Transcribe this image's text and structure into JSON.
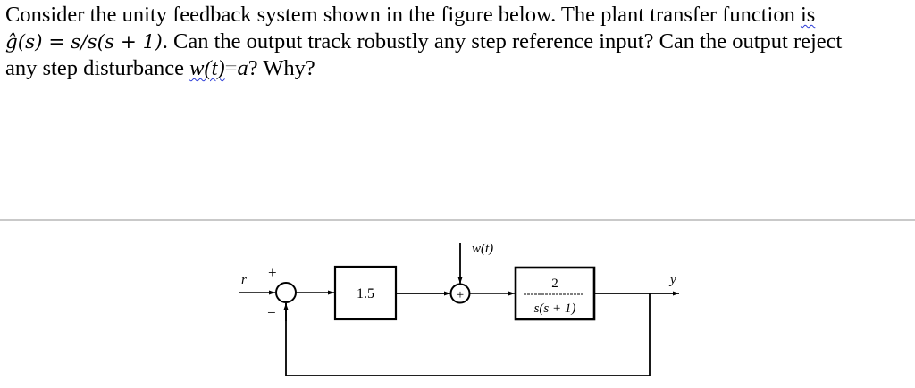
{
  "question": {
    "line1": {
      "text": "Consider the unity feedback system shown in the figure below. The plant transfer function ",
      "flagged_word": "is"
    },
    "line2": {
      "math_lhs": "ĝ(s)",
      "math_eq": " = ",
      "math_rhs": "s/s(s + 1)",
      "text": ". Can the output track robustly any step reference input? Can the output reject"
    },
    "line3": {
      "prefix": "any step disturbance ",
      "flagged_expr": "w(t)",
      "equals": "=",
      "var": "a",
      "suffix": "? Why?"
    },
    "spellcheck_color": "#2a3bd6"
  },
  "divider": {
    "color": "#c9c9c9"
  },
  "diagram": {
    "type": "unity-feedback block diagram",
    "reference_label": "r",
    "output_label": "y",
    "disturbance_label": "w(t)",
    "summer1": {
      "plus_sign": "+",
      "minus_sign": "−"
    },
    "summer2": {
      "sign": "+"
    },
    "controller_block": {
      "label": "1.5"
    },
    "plant_block": {
      "numerator": "2",
      "denominator": "s(s + 1)"
    },
    "feedback": "unity, negative"
  }
}
